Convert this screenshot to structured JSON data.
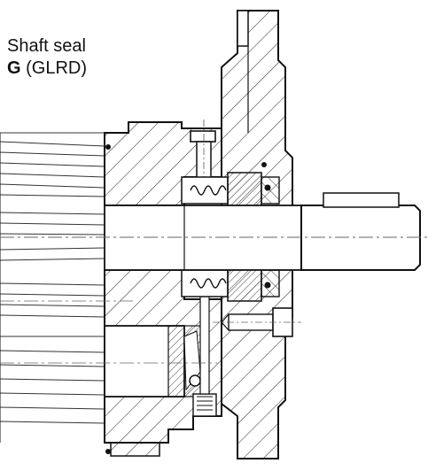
{
  "caption": {
    "line1": "Shaft seal",
    "letter": "G",
    "code": "(GLRD)"
  }
}
